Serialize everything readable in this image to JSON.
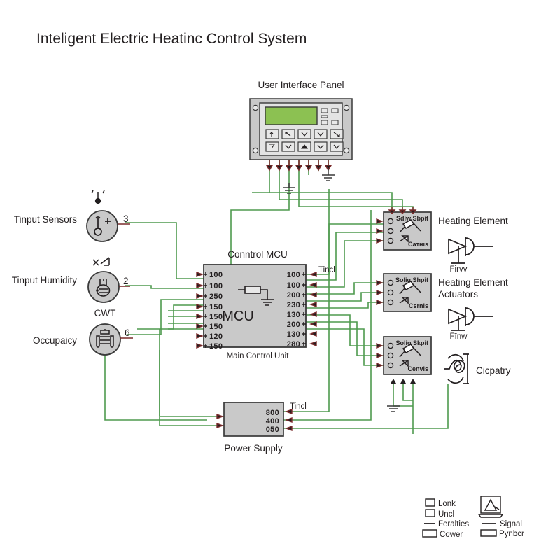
{
  "title": "Inteligent Electric Heatinc Control System",
  "colors": {
    "wire": "#4e9a4e",
    "lead": "#7a2b2b",
    "block_fill": "#c9c9c9",
    "stroke": "#3a3a3a",
    "lcd": "#8cc152",
    "text": "#231f20"
  },
  "ui_panel": {
    "label": "User Interface Panel",
    "display_name": "lcd-display",
    "indicator_count": 6,
    "keys": [
      "arrow-up",
      "arrow-up-left",
      "arrow-down",
      "arrow-down-right",
      "arrow-down-right2",
      "arrow-down-left",
      "arrow-down2",
      "arrow-up2",
      "arrow-down-right3",
      "arrow-down3"
    ]
  },
  "sensors": [
    {
      "name": "Tinput Sensors",
      "icon": "thermometer-plus-icon",
      "top_symbol": "temperature-probe-symbol",
      "pin": "3",
      "top_label": ""
    },
    {
      "name": "Tinput Humidity",
      "icon": "humidity-sensor-icon",
      "top_symbol": "switch-symbol",
      "pin": "2",
      "top_label": ""
    },
    {
      "name": "Occupaicy",
      "icon": "occupancy-sensor-icon",
      "top_symbol": "",
      "pin": "6",
      "top_label": "CWT"
    }
  ],
  "mcu": {
    "top_label": "Conntrol MCU",
    "bottom_label": "Main Control Unit",
    "core_label": "MCU",
    "bus_label": "Tincl",
    "left_pins": [
      "100",
      "100",
      "250",
      "150",
      "150",
      "150",
      "120",
      "150"
    ],
    "right_pins": [
      "100",
      "100",
      "200",
      "230",
      "130",
      "200",
      "130",
      "280"
    ]
  },
  "power_supply": {
    "label": "Power Supply",
    "bus_label": "Tincl",
    "pins": [
      "800",
      "400",
      "050"
    ]
  },
  "relays": [
    {
      "top_text": "Sdiw Sbpit",
      "bottom_text": "Сатнıs",
      "terminals": 3
    },
    {
      "top_text": "Soliu Shpit",
      "bottom_text": "Csrnls",
      "terminals": 3
    },
    {
      "top_text": "Solio Skpit",
      "bottom_text": "Cenvls",
      "terminals": 3
    }
  ],
  "loads": [
    {
      "title": "Heating Element",
      "sub": "",
      "caption": "Firvv",
      "symbol": "diode-heater-symbol"
    },
    {
      "title": "Heating Element",
      "sub": "Actuators",
      "caption": "Fīnw",
      "symbol": "diode-heater-symbol"
    },
    {
      "title": "",
      "sub": "",
      "caption": "Cicpatry",
      "symbol": "resistive-coil-symbol"
    }
  ],
  "legend": {
    "left": [
      {
        "text": "Lonk",
        "symbol": "square-outline-icon"
      },
      {
        "text": "Uncl",
        "symbol": "square-outline-icon"
      },
      {
        "text": "Feralties",
        "symbol": "line-icon"
      },
      {
        "text": "Cower",
        "symbol": "rect-outline-icon"
      }
    ],
    "right": [
      {
        "text": "Signal",
        "symbol": "line-icon"
      },
      {
        "text": "Pynbcr",
        "symbol": "rect-outline-icon"
      }
    ],
    "top_right_symbol": "scanner-icon"
  }
}
